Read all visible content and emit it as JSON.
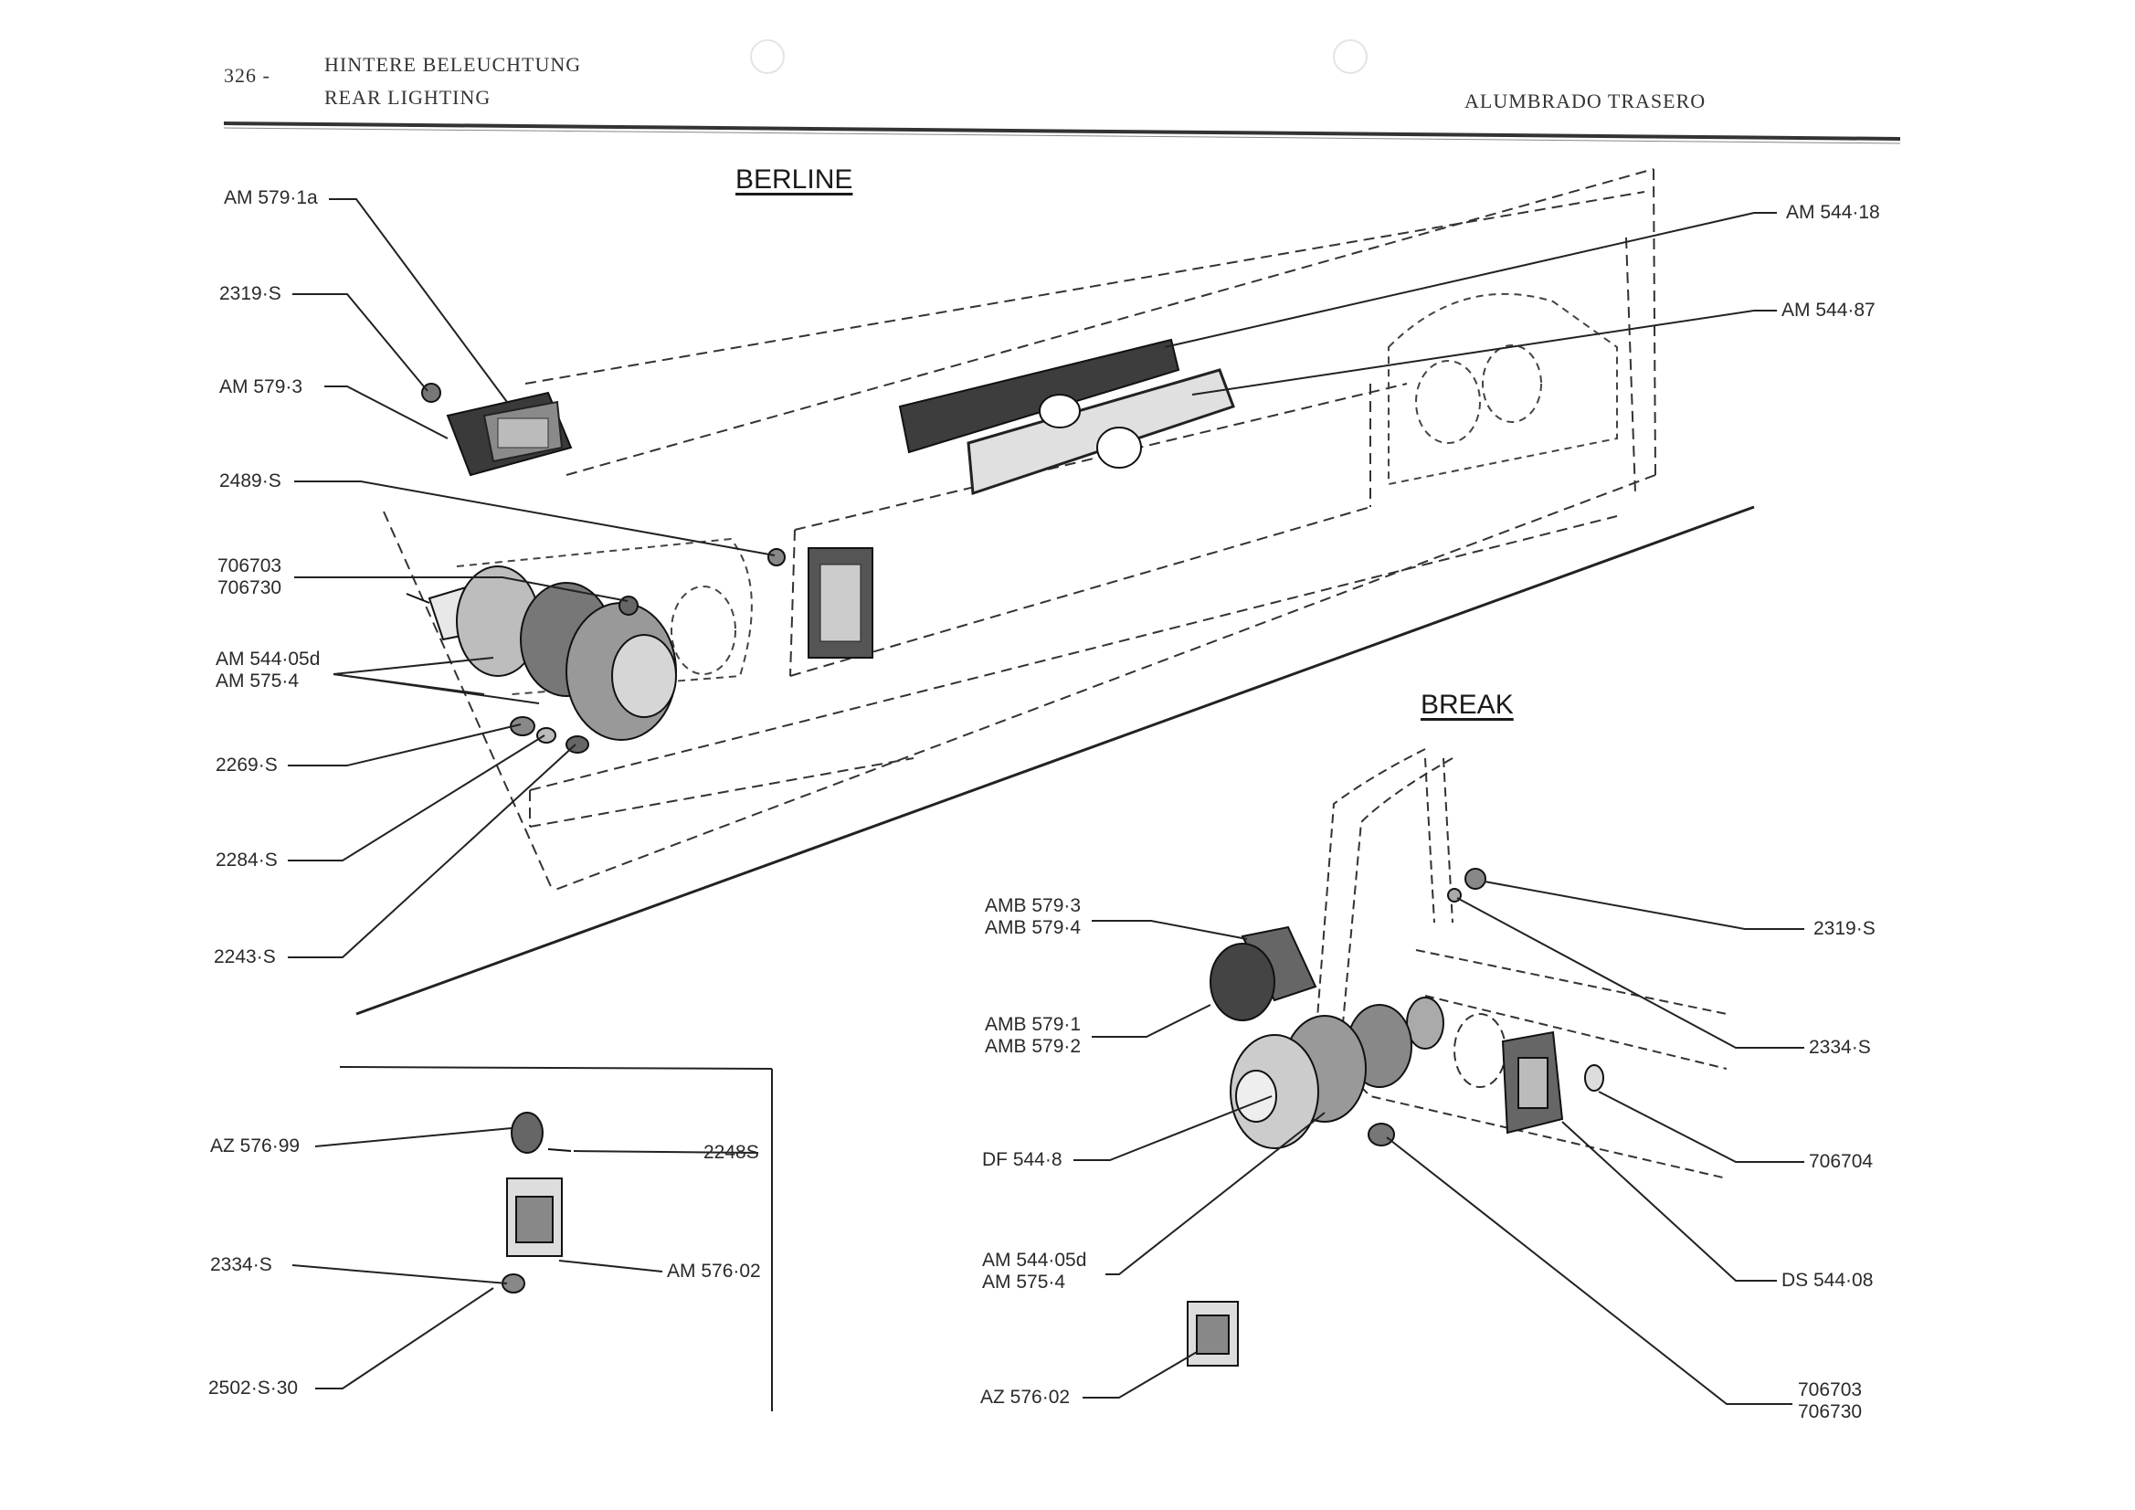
{
  "header": {
    "page_number": "326 -",
    "title_de": "HINTERE BELEUCHTUNG",
    "title_en": "REAR LIGHTING",
    "title_es": "ALUMBRADO TRASERO"
  },
  "sections": {
    "berline": "BERLINE",
    "break": "BREAK"
  },
  "berline_parts": [
    {
      "id": "am5791a",
      "lines": [
        "AM 579·1a"
      ]
    },
    {
      "id": "2319s",
      "lines": [
        "2319·S"
      ]
    },
    {
      "id": "am5793",
      "lines": [
        "AM 579·3"
      ]
    },
    {
      "id": "2489s",
      "lines": [
        "2489·S"
      ]
    },
    {
      "id": "706703",
      "lines": [
        "706703",
        "706730"
      ]
    },
    {
      "id": "am54405d",
      "lines": [
        "AM 544·05d",
        "AM 575·4"
      ]
    },
    {
      "id": "2269s",
      "lines": [
        "2269·S"
      ]
    },
    {
      "id": "2284s",
      "lines": [
        "2284·S"
      ]
    },
    {
      "id": "2243s",
      "lines": [
        "2243·S"
      ]
    },
    {
      "id": "am54418",
      "lines": [
        "AM 544·18"
      ]
    },
    {
      "id": "am54487",
      "lines": [
        "AM 544·87"
      ]
    }
  ],
  "detail_parts": [
    {
      "id": "az57699",
      "lines": [
        "AZ 576·99"
      ]
    },
    {
      "id": "2248s",
      "lines": [
        "2248S"
      ]
    },
    {
      "id": "2334s",
      "lines": [
        "2334·S"
      ]
    },
    {
      "id": "am57602",
      "lines": [
        "AM 576·02"
      ]
    },
    {
      "id": "2502s30",
      "lines": [
        "2502·S·30"
      ]
    }
  ],
  "break_parts": [
    {
      "id": "amb5793",
      "lines": [
        "AMB 579·3",
        "AMB 579·4"
      ]
    },
    {
      "id": "amb5791",
      "lines": [
        "AMB 579·1",
        "AMB 579·2"
      ]
    },
    {
      "id": "df5448",
      "lines": [
        "DF 544·8"
      ]
    },
    {
      "id": "am54405d_b",
      "lines": [
        "AM 544·05d",
        "AM 575·4"
      ]
    },
    {
      "id": "az57602",
      "lines": [
        "AZ 576·02"
      ]
    },
    {
      "id": "2319s_b",
      "lines": [
        "2319·S"
      ]
    },
    {
      "id": "2334s_b",
      "lines": [
        "2334·S"
      ]
    },
    {
      "id": "706704",
      "lines": [
        "706704"
      ]
    },
    {
      "id": "ds54408",
      "lines": [
        "DS 544·08"
      ]
    },
    {
      "id": "706703_b",
      "lines": [
        "706703",
        "706730"
      ]
    }
  ]
}
